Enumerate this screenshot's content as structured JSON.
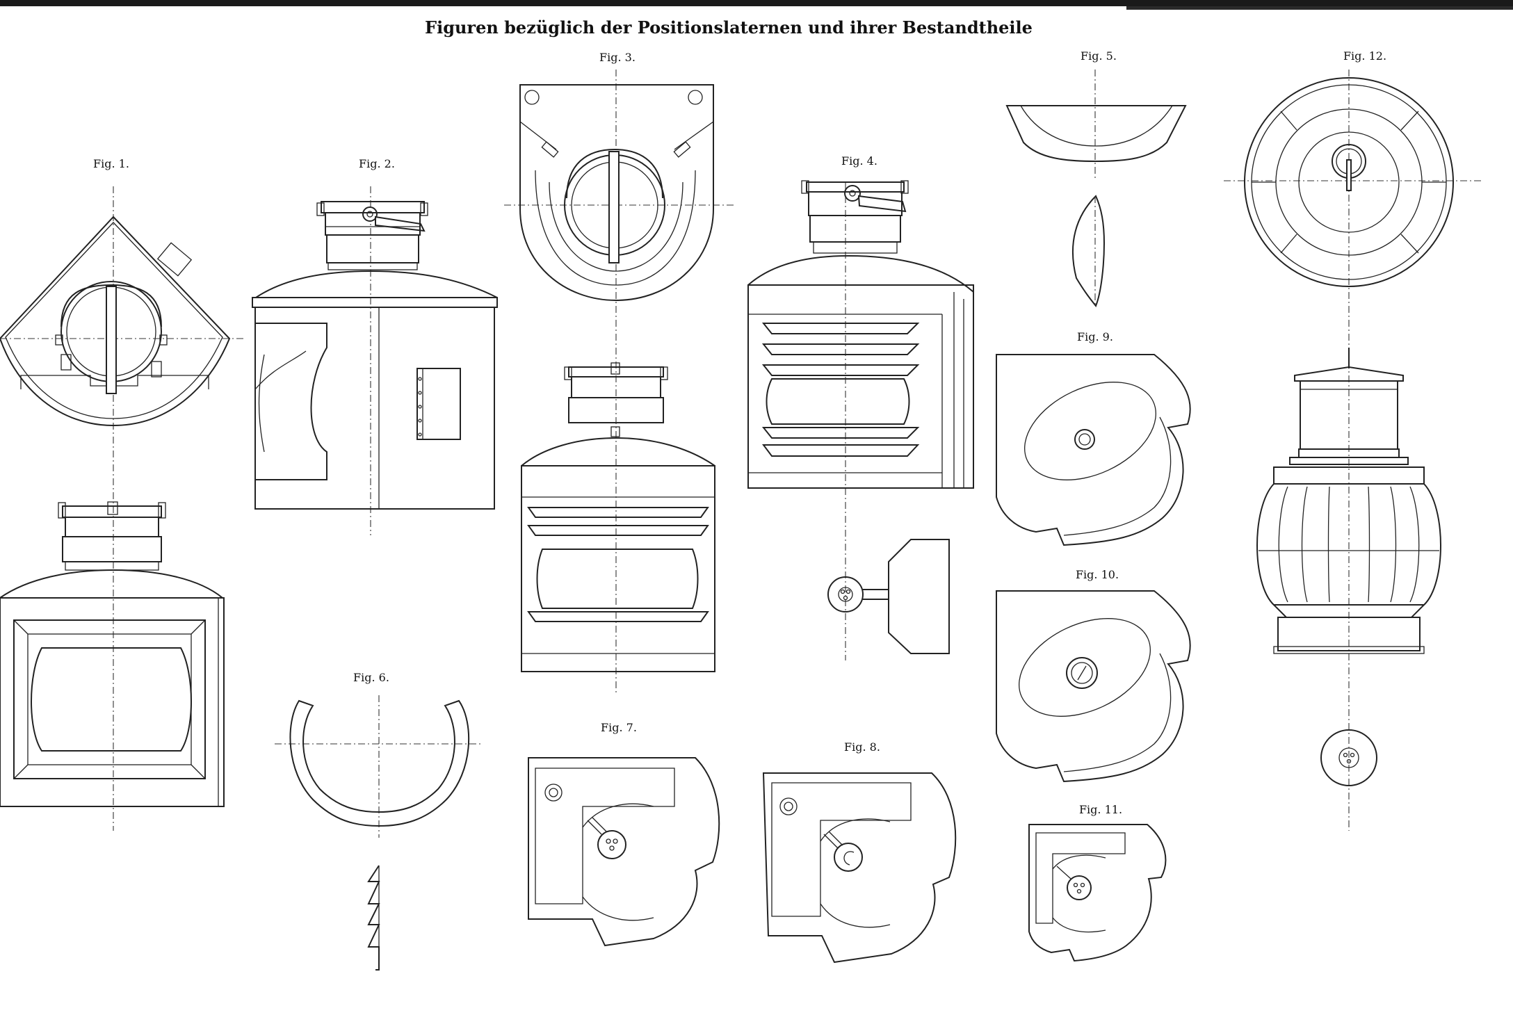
{
  "plate": {
    "title": "Figuren bezüglich der Positionslaternen und ihrer Bestandtheile",
    "figures": [
      {
        "id": "fig1",
        "label": "Fig. 1."
      },
      {
        "id": "fig2",
        "label": "Fig. 2."
      },
      {
        "id": "fig3",
        "label": "Fig. 3."
      },
      {
        "id": "fig4",
        "label": "Fig. 4."
      },
      {
        "id": "fig5",
        "label": "Fig. 5."
      },
      {
        "id": "fig6",
        "label": "Fig. 6."
      },
      {
        "id": "fig7",
        "label": "Fig. 7."
      },
      {
        "id": "fig8",
        "label": "Fig. 8."
      },
      {
        "id": "fig9",
        "label": "Fig. 9."
      },
      {
        "id": "fig10",
        "label": "Fig. 10."
      },
      {
        "id": "fig11",
        "label": "Fig. 11."
      },
      {
        "id": "fig12",
        "label": "Fig. 12."
      }
    ]
  },
  "colors": {
    "ink": "#222222",
    "paper": "#ffffff"
  }
}
